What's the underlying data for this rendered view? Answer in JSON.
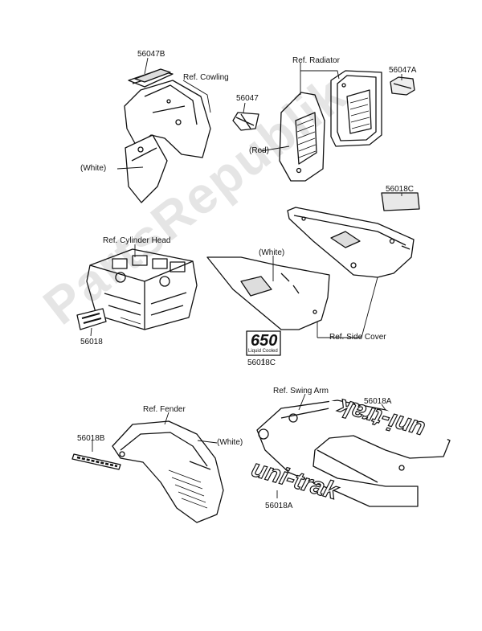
{
  "labels": {
    "p56047b": "56047B",
    "ref_cowling": "Ref. Cowling",
    "white_cowl": "(White)",
    "p56047": "56047",
    "ref_radiator": "Ref. Radiator",
    "p56047a": "56047A",
    "red": "(Red)",
    "p56018c_top": "56018C",
    "ref_cylinder_head": "Ref. Cylinder Head",
    "white_side": "(White)",
    "p56018": "56018",
    "badge_650": "650",
    "badge_650_sub": "Liquid Cooled",
    "p56018c_mid": "56018C",
    "ref_side_cover": "Ref. Side Cover",
    "ref_swing_arm": "Ref. Swing Arm",
    "p56018a_top": "56018A",
    "ref_fender": "Ref. Fender",
    "p56018b": "56018B",
    "white_fender": "(White)",
    "p56018a_bottom": "56018A",
    "unitrak": "uni-trak",
    "watermark": "PartsRepublik"
  },
  "colors": {
    "line": "#111111",
    "watermark": "#000000"
  }
}
